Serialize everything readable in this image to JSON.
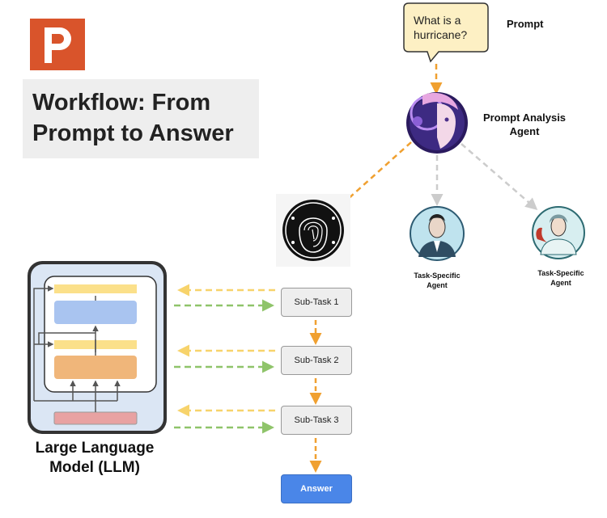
{
  "title": "Workflow: From\nPrompt to Answer",
  "prompt": {
    "bubble_text": "What is a\nhurricane?",
    "label": "Prompt"
  },
  "analysis_agent": {
    "label": "Prompt  Analysis\nAgent"
  },
  "task_agents": [
    {
      "label": "Task-Specific\nAgent"
    },
    {
      "label": "Task-Specific\nAgent"
    }
  ],
  "subtasks": [
    {
      "label": "Sub-Task 1"
    },
    {
      "label": "Sub-Task 2"
    },
    {
      "label": "Sub-Task 3"
    }
  ],
  "answer": {
    "label": "Answer"
  },
  "llm": {
    "label": "Large Language\nModel (LLM)"
  },
  "colors": {
    "flow_arrow": "#f0a030",
    "inactive_arrow": "#cccccc",
    "request_arrow": "#f7d36b",
    "response_arrow": "#8fc46a",
    "answer_fill": "#4a86e8",
    "logo": "#d9542b",
    "llm_outer": "#dbe6f4",
    "llm_yellow": "#fbe08a",
    "llm_blue": "#a9c4f0",
    "llm_orange": "#f0b67a",
    "llm_red": "#e8a2a2"
  },
  "icons": [
    "presentation-logo-icon",
    "robot-avatar-icon",
    "fingerprint-face-icon",
    "business-agent-icon",
    "scientist-agent-icon"
  ]
}
